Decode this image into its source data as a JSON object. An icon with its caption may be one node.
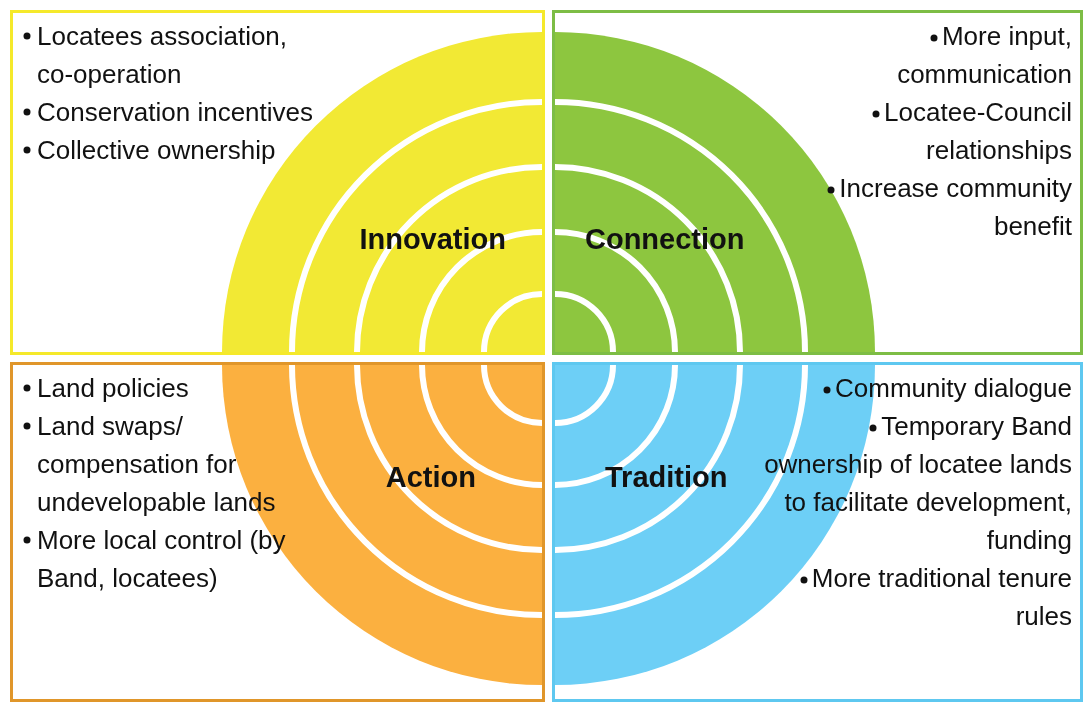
{
  "diagram": {
    "nodes": [
      {
        "text": [
          "Locatees association, co-operation",
          "Conservation incentives",
          "Collective ownership"
        ]
      },
      {
        "text": [
          "Innovation"
        ],
        "in": 0
      },
      {
        "text": [
          "More input, communication",
          "Locatee-Council relationships",
          "Increase community benefit"
        ]
      },
      {
        "text": [
          "Connection"
        ],
        "in": 2
      },
      {
        "text": [
          "Land policies",
          "Land swaps/ compensation for undevelopable lands",
          "More local control (by Band, locatees)"
        ]
      },
      {
        "text": [
          "Action"
        ],
        "in": 4
      },
      {
        "text": [
          "Community dialogue",
          "Temporary Band ownership of locatee lands to facilitate development, funding",
          "More traditional tenure rules"
        ]
      },
      {
        "text": [
          "Tradition"
        ],
        "in": 6
      }
    ]
  }
}
